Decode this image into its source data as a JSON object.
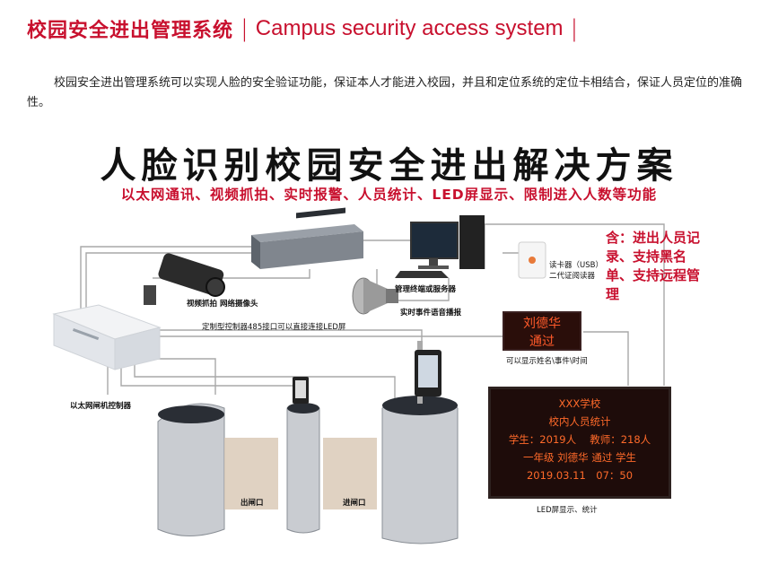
{
  "header": {
    "title_zh": "校园安全进出管理系统",
    "title_en": "Campus security access system"
  },
  "intro": "校园安全进出管理系统可以实现人脸的安全验证功能，保证本人才能进入校园，并且和定位系统的定位卡相结合，保证人员定位的准确性。",
  "diagram": {
    "title": "人脸识别校园安全进出解决方案",
    "subtitle": "以太网通讯、视频抓拍、实时报警、人员统计、LED屏显示、限制进入人数等功能",
    "labels": {
      "camera": "视频抓拍 网络摄像头",
      "server": "管理终端或服务器",
      "speaker": "实时事件语音播报",
      "controller_note": "定制型控制器485接口可以直接连接LED屏",
      "controller": "以太网闸机控制器",
      "reader": "读卡器（USB）\n二代证阅读器",
      "led_small_caption": "可以显示姓名\\事件\\时间",
      "exit": "出闸口",
      "entrance": "进闸口",
      "led_big_caption": "LED屏显示、统计"
    },
    "note": "含：进出人员记录、支持黑名单、支持远程管理",
    "led_small": [
      "刘德华",
      "通过"
    ],
    "led_big": [
      "XXX学校",
      "校内人员统计",
      "学生：2019人　 教师：218人",
      "一年级 刘德华 通过 学生",
      "2019.03.11　07：50"
    ],
    "colors": {
      "brand_red": "#c8102e",
      "led_text": "#ff5a2a",
      "wire": "#a8a8a8"
    }
  }
}
